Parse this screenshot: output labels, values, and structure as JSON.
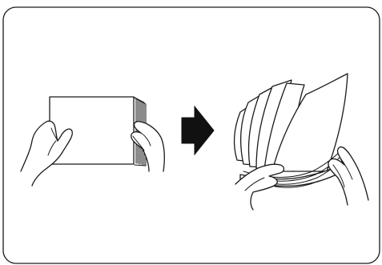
{
  "figure": {
    "steps": [
      {
        "id": "stack",
        "icon": "paper-stack-held-icon"
      },
      {
        "id": "arrow",
        "icon": "right-arrow-icon"
      },
      {
        "id": "fan",
        "icon": "paper-fanning-hands-icon"
      }
    ],
    "colors": {
      "line": "#1a1a1a",
      "arrow": "#111111",
      "paper": "#ffffff"
    }
  }
}
